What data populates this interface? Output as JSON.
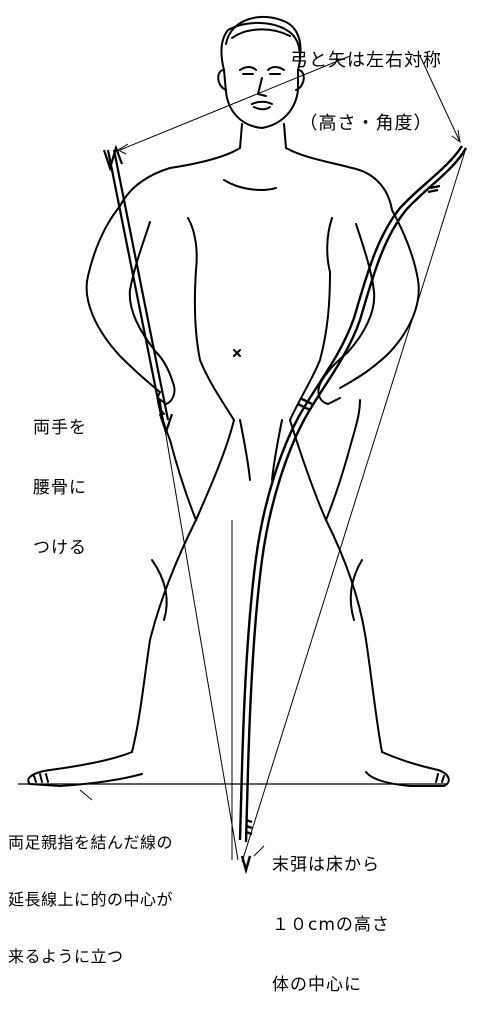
{
  "labels": {
    "symmetry": {
      "lines": [
        "弓と矢は左右対称",
        "（高さ・角度）"
      ]
    },
    "hands": {
      "lines": [
        "両手を",
        "腰骨に",
        "つける"
      ]
    },
    "feet": {
      "lines": [
        "両足親指を結んだ線の",
        "延長線上に的の中心が",
        "来るように立つ"
      ]
    },
    "bow_tip": {
      "lines": [
        "末弭は床から",
        "１０cmの高さ",
        "体の中心に"
      ]
    }
  },
  "colors": {
    "ink": "#000000",
    "background": "#ffffff"
  }
}
